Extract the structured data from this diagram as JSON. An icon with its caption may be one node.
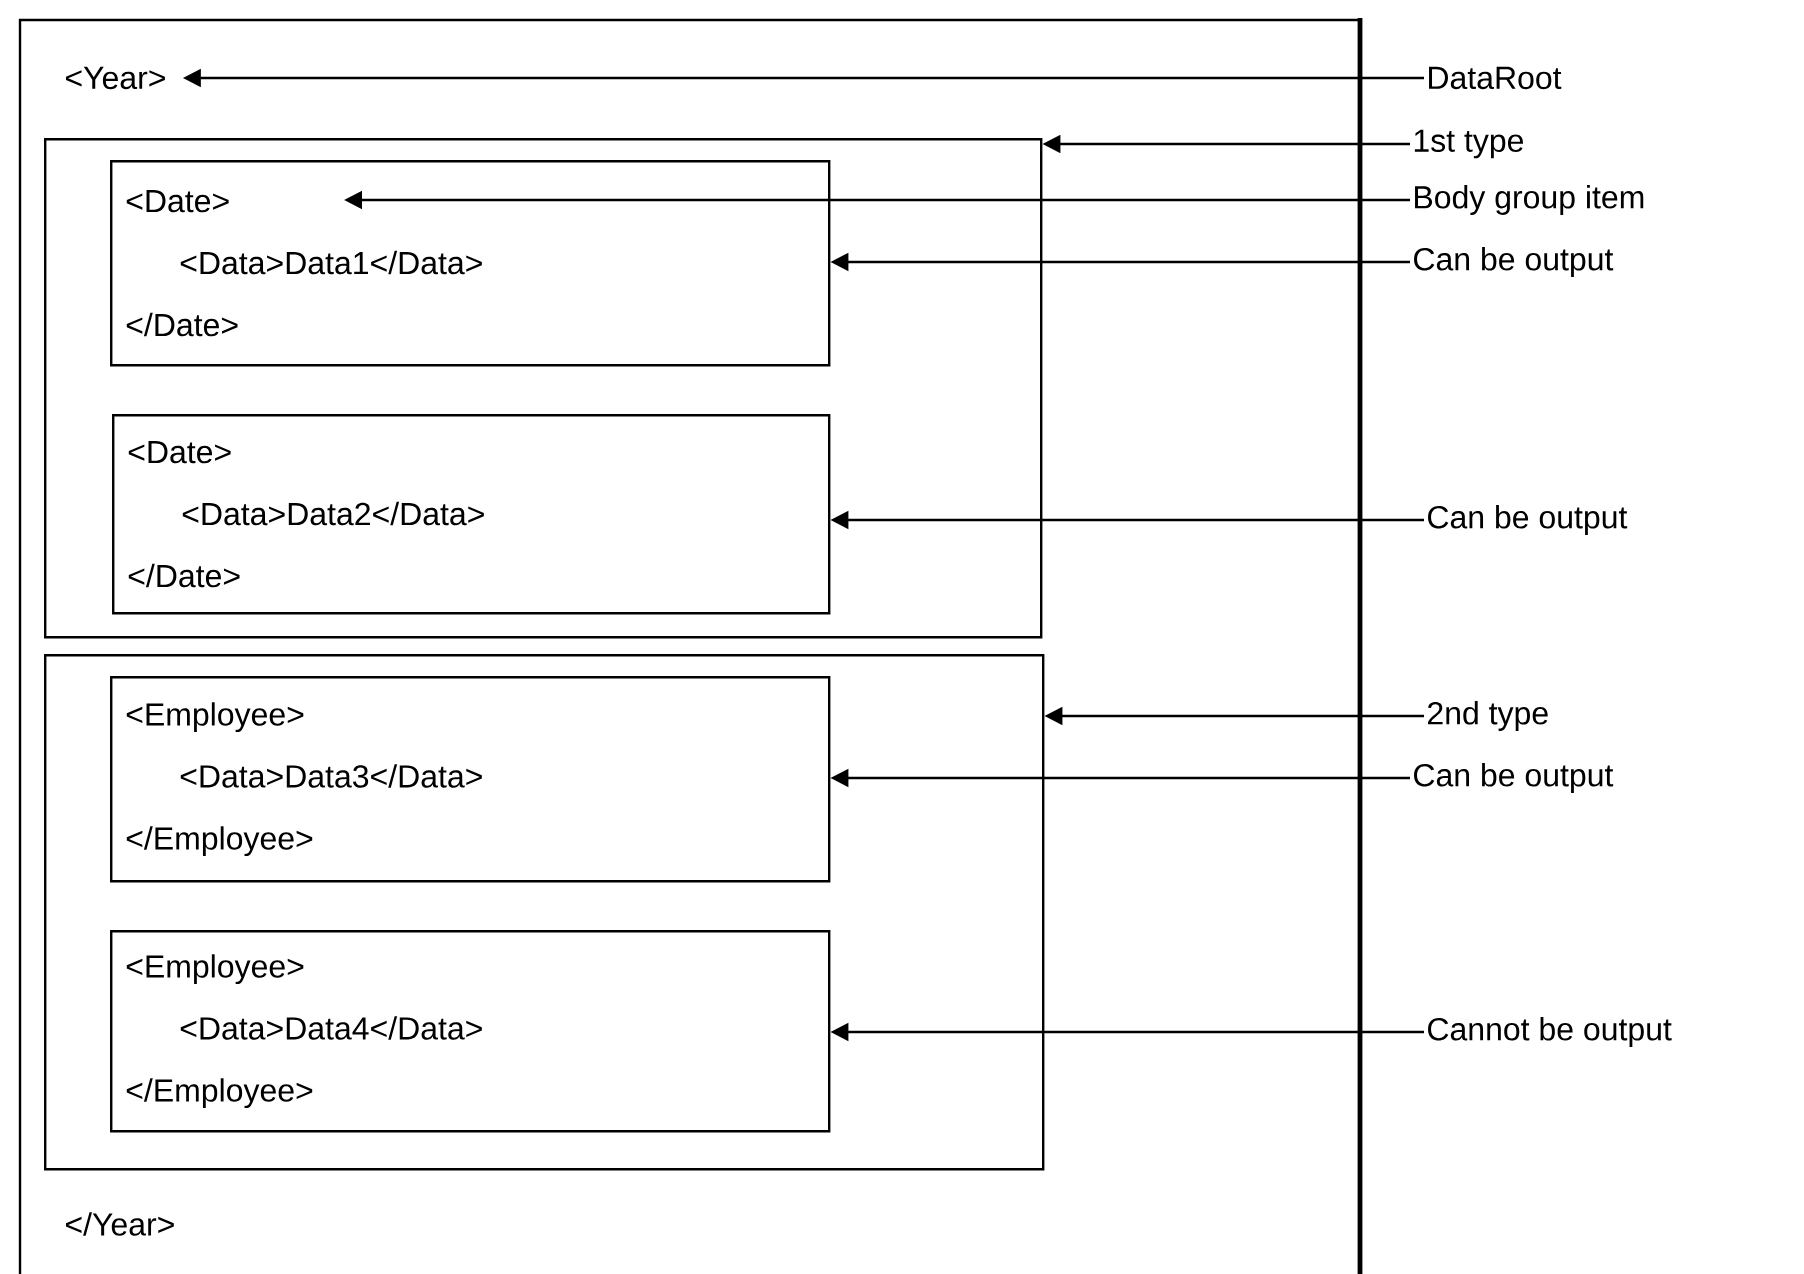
{
  "diagram": {
    "nodes": [
      {
        "text": [],
        "shape": "box"
      },
      {
        "text": [
          "<Year>"
        ],
        "in": 0
      },
      {
        "text": [],
        "shape": "box",
        "in": 0
      },
      {
        "text": [
          "<Date>",
          "<Data>Data1</Data>",
          "</Date>"
        ],
        "in": 2
      },
      {
        "text": [
          "<Date>",
          "<Data>Data2</Data>",
          "</Date>"
        ],
        "in": 2
      },
      {
        "text": [],
        "shape": "box",
        "in": 0
      },
      {
        "text": [
          "<Employee>",
          "<Data>Data3</Data>",
          "</Employee>"
        ],
        "in": 5
      },
      {
        "text": [
          "<Employee>",
          "<Data>Data4</Data>",
          "</Employee>"
        ],
        "in": 5
      },
      {
        "text": [
          "</Year>"
        ],
        "in": 0
      },
      {
        "text": [
          "DataRoot"
        ]
      },
      {
        "text": [
          "1st type"
        ]
      },
      {
        "text": [
          "Body group item"
        ]
      },
      {
        "text": [
          "Can be output"
        ]
      },
      {
        "text": [
          "Can be output"
        ]
      },
      {
        "text": [
          "2nd type"
        ]
      },
      {
        "text": [
          "Can be output"
        ]
      },
      {
        "text": [
          "Cannot be output"
        ]
      }
    ],
    "edges": [
      {
        "from": 9,
        "to": 1,
        "arrow": "to"
      },
      {
        "from": 10,
        "to": 2,
        "arrow": "to"
      },
      {
        "from": 11,
        "to": 3,
        "arrow": "to"
      },
      {
        "from": 12,
        "to": 3,
        "arrow": "to"
      },
      {
        "from": 13,
        "to": 4,
        "arrow": "to"
      },
      {
        "from": 14,
        "to": 5,
        "arrow": "to"
      },
      {
        "from": 15,
        "to": 6,
        "arrow": "to"
      },
      {
        "from": 16,
        "to": 7,
        "arrow": "to"
      }
    ]
  }
}
